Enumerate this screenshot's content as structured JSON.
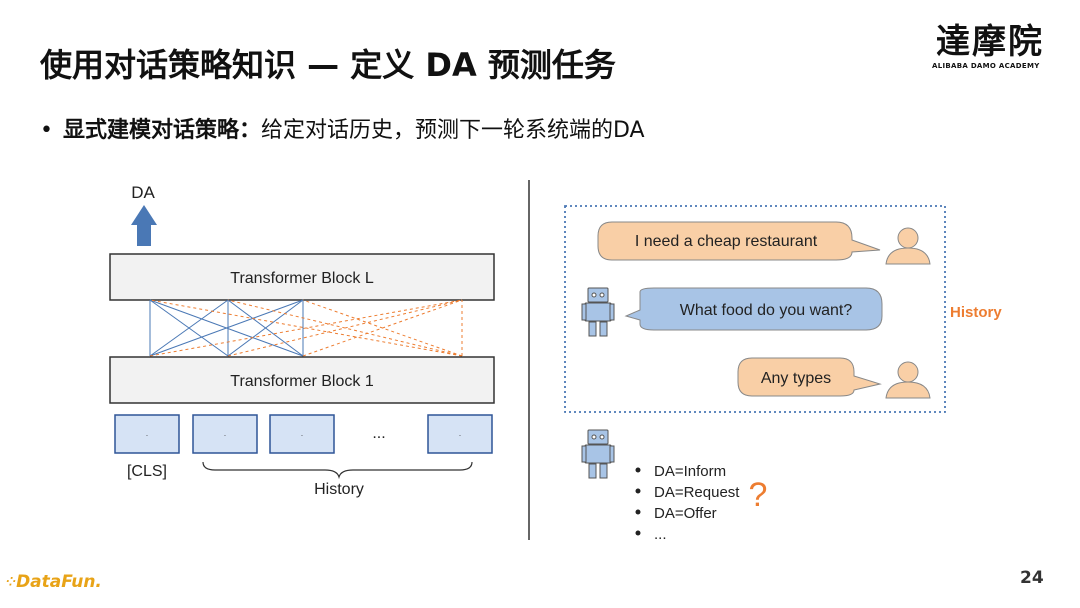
{
  "title": "使用对话策略知识 — 定义 DA 预测任务",
  "logo": {
    "cn": "達摩院",
    "en": "ALIBABA DAMO ACADEMY"
  },
  "bullet": {
    "bold": "显式建模对话策略：",
    "text": "给定对话历史，预测下一轮系统端的DA"
  },
  "left_diagram": {
    "output_label": "DA",
    "top_block": "Transformer Block L",
    "bottom_block": "Transformer Block 1",
    "token_dots": [
      ".",
      ".",
      ".",
      "."
    ],
    "ellipsis": "...",
    "cls_label": "[CLS]",
    "history_label": "History"
  },
  "right_diagram": {
    "messages": [
      {
        "text": "I need a cheap restaurant",
        "speaker": "user",
        "color": "#f9cfa6"
      },
      {
        "text": "What food do you want?",
        "speaker": "system",
        "color": "#a8c4e6"
      },
      {
        "text": "Any types",
        "speaker": "user",
        "color": "#f9cfa6"
      }
    ],
    "history_label": "History",
    "history_color": "#ed7d31",
    "da_options": [
      "DA=Inform",
      "DA=Request",
      "DA=Offer",
      "..."
    ],
    "question_mark": "?"
  },
  "footer": {
    "brand": "DataFun.",
    "page": "24"
  },
  "colors": {
    "accent_blue": "#4a78b5",
    "accent_orange": "#ed7d31",
    "token_fill": "#d6e3f5",
    "token_stroke": "#2f5597"
  }
}
